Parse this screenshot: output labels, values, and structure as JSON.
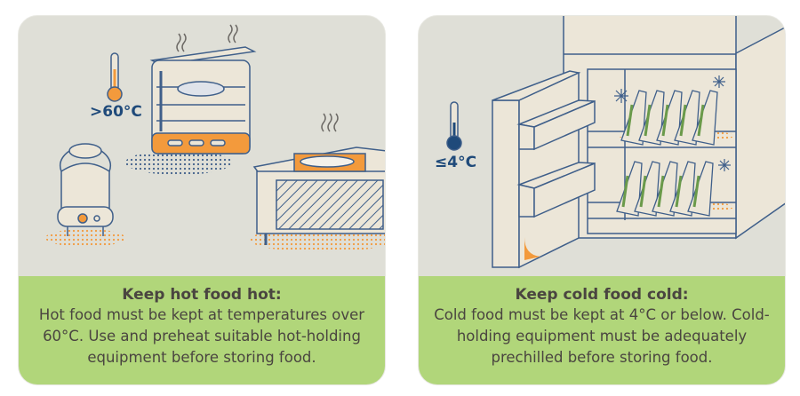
{
  "hot_panel": {
    "temperature_label": ">60°C",
    "title": "Keep hot food hot:",
    "body": "Hot food must be kept at temperatures over 60°C. Use and preheat suitable hot-holding equipment before storing food."
  },
  "cold_panel": {
    "temperature_label": "≤4°C",
    "title": "Keep cold food cold:",
    "body": "Cold food must be kept at 4°C or below. Cold-holding equipment must be adequately prechilled before storing food."
  },
  "colors": {
    "panel_bg": "#dfdfd7",
    "caption_bg": "#b1d67a",
    "line": "#3f5f8a",
    "accent_orange": "#f39a3c",
    "text": "#4a4540"
  }
}
